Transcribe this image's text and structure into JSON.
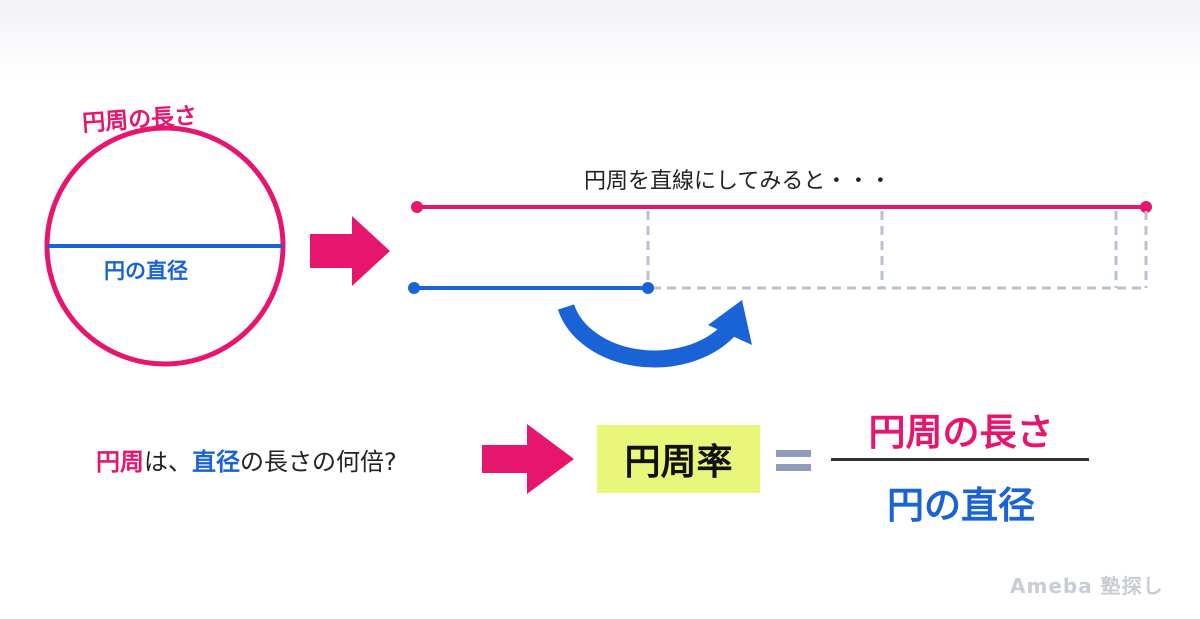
{
  "circle": {
    "circumference_label": "円周の長さ",
    "diameter_label": "円の直径"
  },
  "strip": {
    "caption": "円周を直線にしてみると・・・"
  },
  "question": {
    "part1": "円周",
    "part2": "は、",
    "part3": "直径",
    "part4": "の長さの何倍?"
  },
  "result": {
    "term": "円周率",
    "equals": "=",
    "numerator": "円周の長さ",
    "denominator": "円の直径"
  },
  "logo": {
    "text": "Ameba 塾探し"
  },
  "colors": {
    "pink": "#e6166f",
    "blue": "#1a63d6",
    "highlight": "#e8f77a",
    "dashed": "#b9c2d3",
    "equals": "#8f9dbb"
  }
}
